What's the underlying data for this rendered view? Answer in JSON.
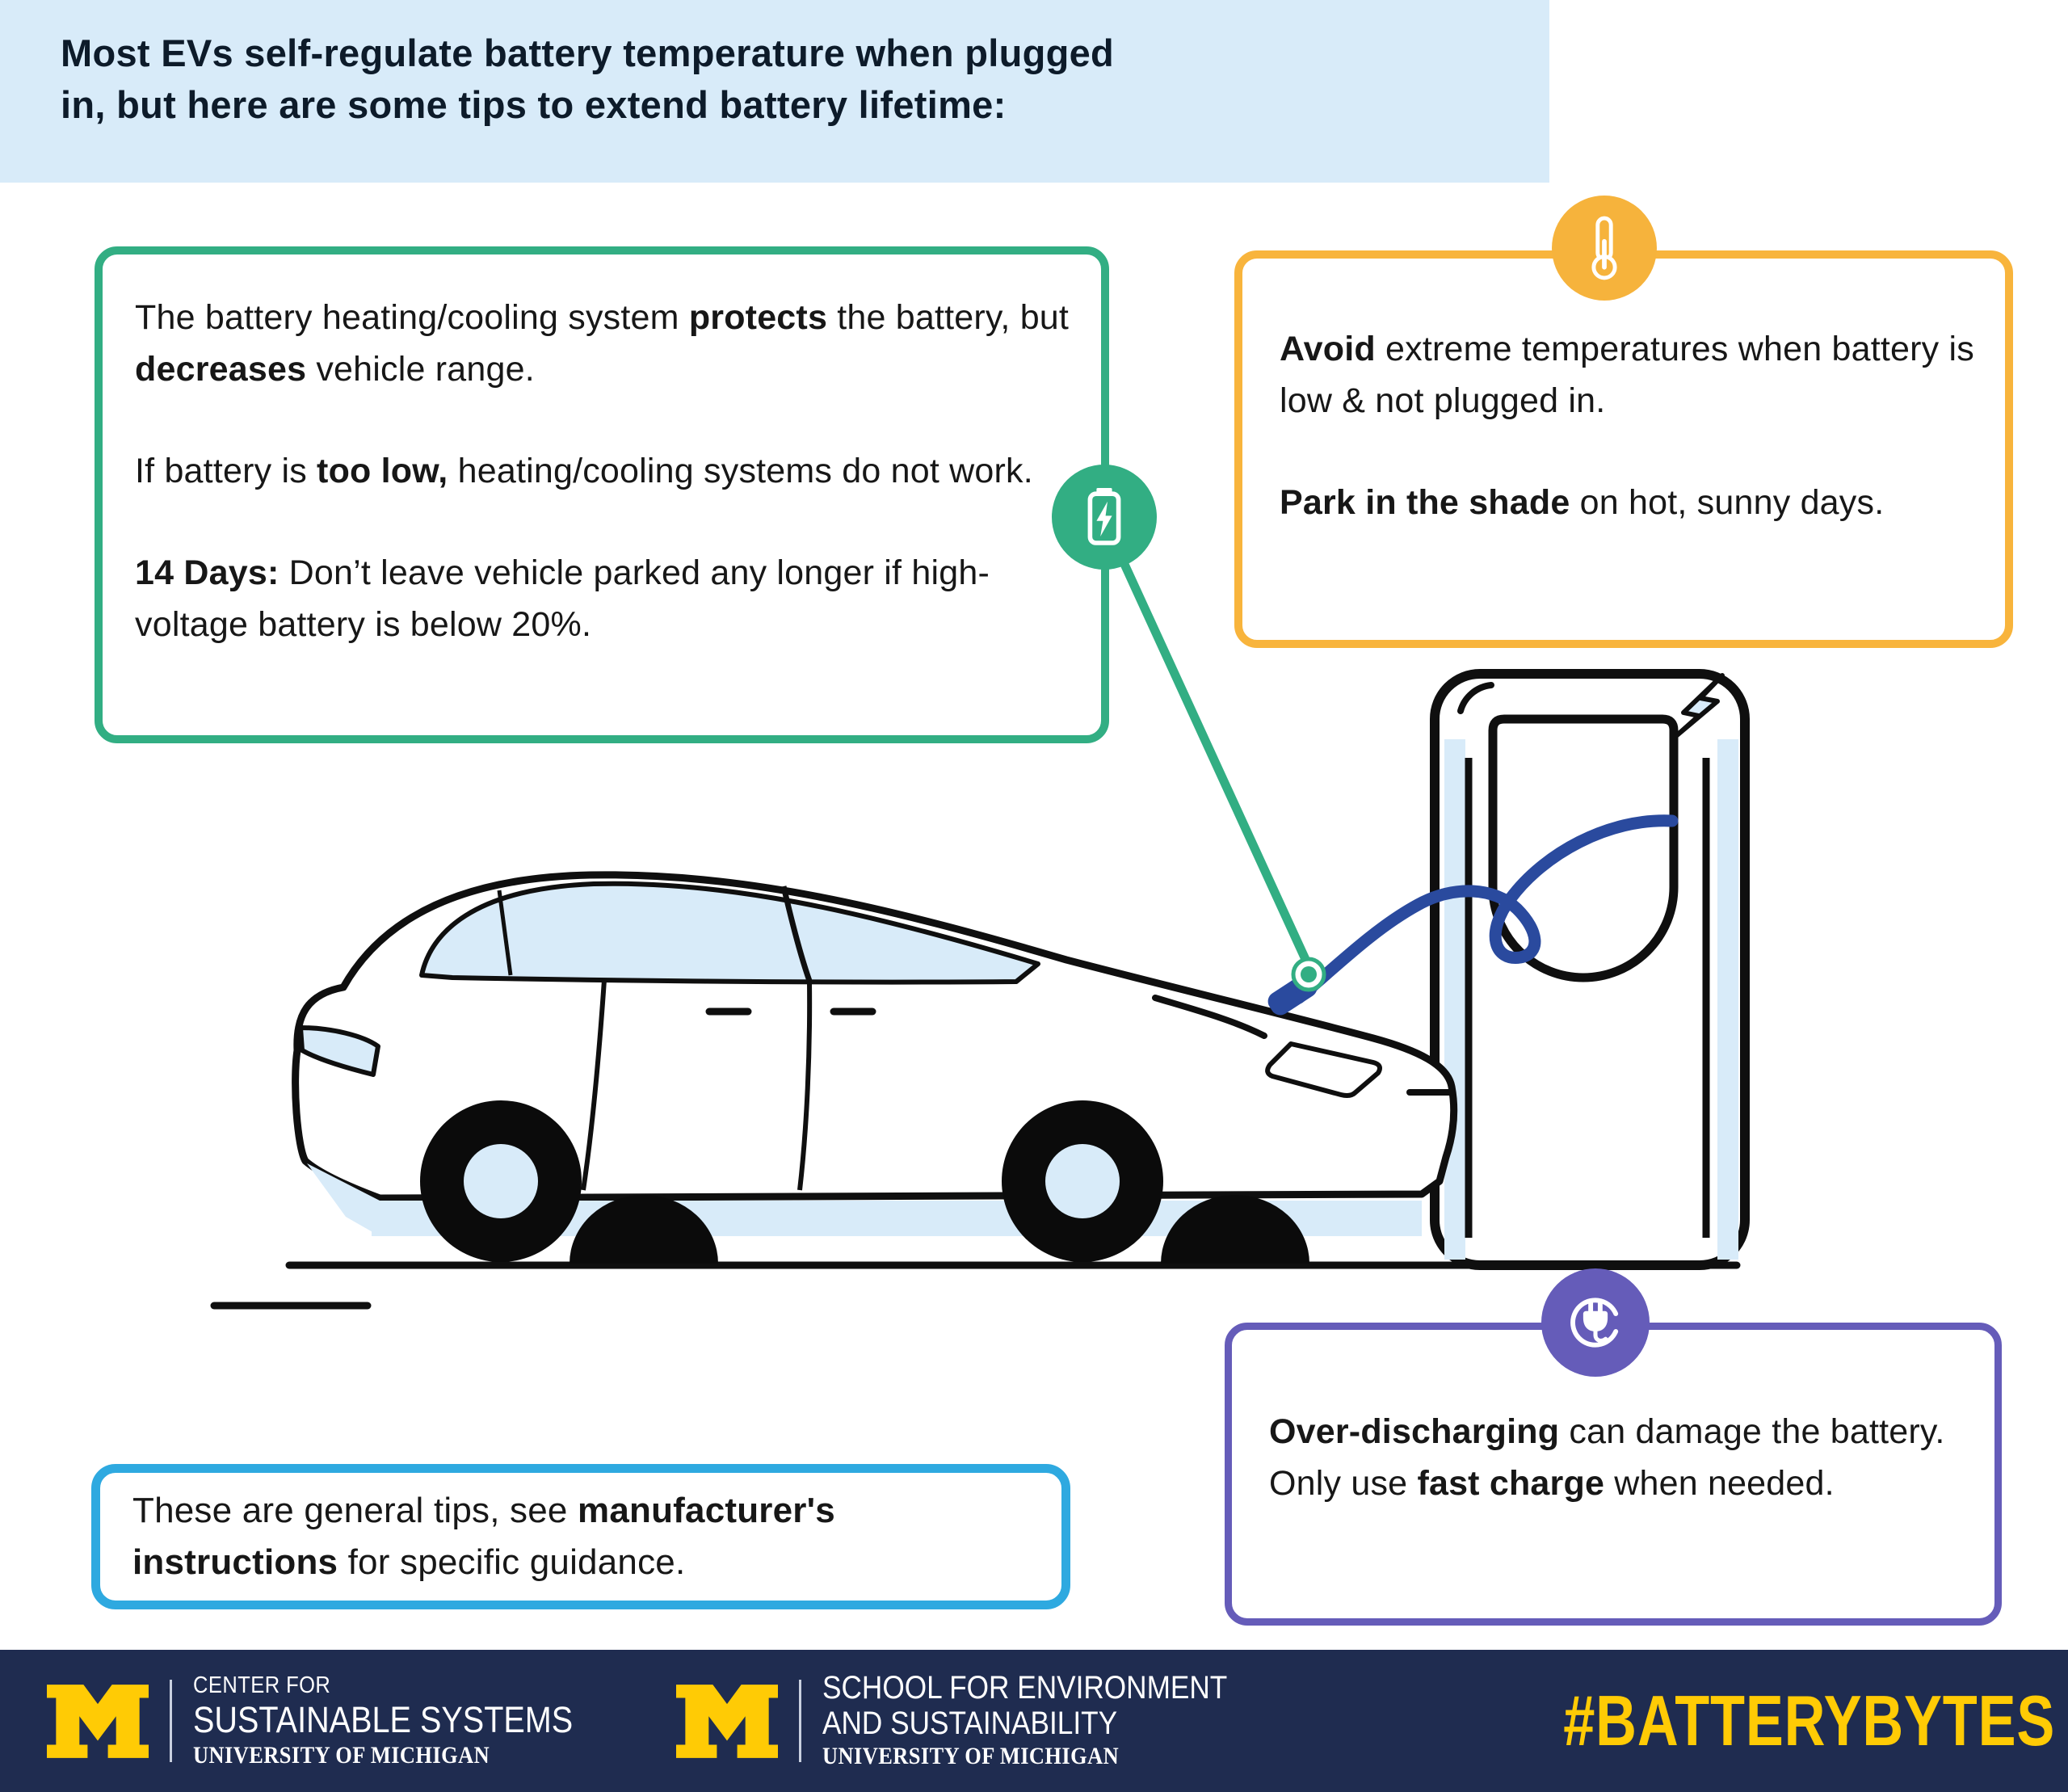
{
  "title_banner": {
    "lines": [
      "Most EVs self-regulate battery temperature when plugged",
      "in, but here are some tips to extend battery lifetime:"
    ]
  },
  "tips": {
    "battery_system": {
      "icon": "battery-charging-icon",
      "accent_color": "#32AE83",
      "paragraphs": [
        [
          {
            "t": "The battery heating/cooling system "
          },
          {
            "t": "protects",
            "b": true
          },
          {
            "t": " the battery, but "
          },
          {
            "t": "decreases",
            "b": true
          },
          {
            "t": " vehicle range."
          }
        ],
        [
          {
            "t": "If battery is "
          },
          {
            "t": "too low,",
            "b": true
          },
          {
            "t": " heating/cooling systems do not work."
          }
        ],
        [
          {
            "t": "14 Days:",
            "b": true
          },
          {
            "t": " Don’t leave vehicle parked any longer if high-voltage battery is below 20%."
          }
        ]
      ]
    },
    "temperature": {
      "icon": "thermometer-icon",
      "accent_color": "#F8B43C",
      "paragraphs": [
        [
          {
            "t": "Avoid",
            "b": true
          },
          {
            "t": " extreme temperatures when battery is low & not plugged in."
          }
        ],
        [
          {
            "t": "Park in the shade",
            "b": true
          },
          {
            "t": " on hot, sunny days."
          }
        ]
      ]
    },
    "discharging": {
      "icon": "plug-icon",
      "accent_color": "#655CB9",
      "paragraphs": [
        [
          {
            "t": "Over-discharging",
            "b": true
          },
          {
            "t": " can damage the battery."
          }
        ],
        [
          {
            "t": "Only use "
          },
          {
            "t": "fast charge",
            "b": true
          },
          {
            "t": " when needed."
          }
        ]
      ]
    },
    "disclaimer": {
      "accent_color": "#2EA9E0",
      "paragraphs": [
        [
          {
            "t": "These are general tips, see "
          },
          {
            "t": "manufacturer's instructions",
            "b": true
          },
          {
            "t": " for specific guidance."
          }
        ]
      ]
    }
  },
  "illustration": {
    "elements": [
      "electric-car",
      "charging-station",
      "charging-cable",
      "lightning-bolt-icon",
      "ground-line",
      "battery-callout-connector"
    ]
  },
  "footer": {
    "logos": [
      {
        "line1": "CENTER FOR",
        "line2": "SUSTAINABLE SYSTEMS",
        "line3": "UNIVERSITY OF MICHIGAN"
      },
      {
        "line1": "SCHOOL FOR ENVIRONMENT",
        "line2": "AND SUSTAINABILITY",
        "line3": "UNIVERSITY OF MICHIGAN"
      }
    ],
    "hashtag": "#BATTERYBYTES"
  },
  "colors": {
    "banner_bg": "#D8EBF9",
    "accent_green": "#32AE83",
    "accent_yellow": "#F8B43C",
    "accent_purple": "#655CB9",
    "accent_blue": "#2EA9E0",
    "footer_bg": "#1F2C50",
    "maize": "#FFCB05",
    "cable_blue": "#2A4A9E",
    "illustration_light_blue": "#D8EBF9",
    "text": "#171717"
  }
}
